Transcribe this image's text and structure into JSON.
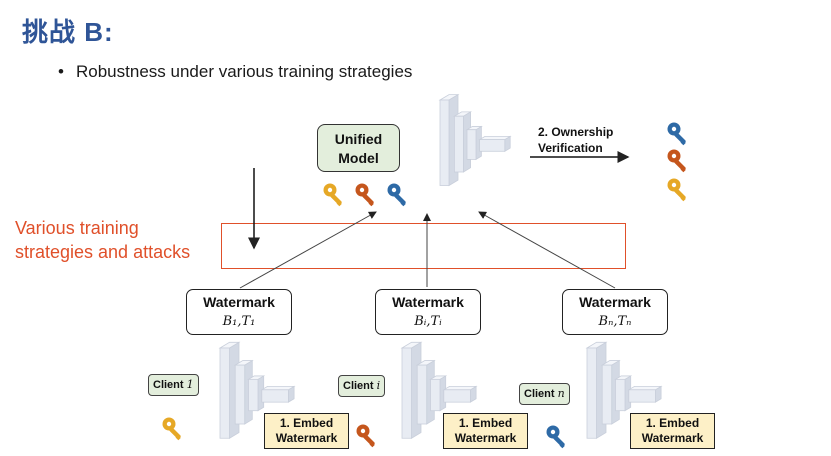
{
  "slide": {
    "title": "挑战 B:",
    "bullet": "Robustness under various training strategies"
  },
  "attack_label_lines": [
    "Various training",
    "strategies and attacks"
  ],
  "unified_model": {
    "lines": [
      "Unified",
      "Model"
    ]
  },
  "ownership": {
    "lines": [
      "2. Ownership",
      "Verification"
    ]
  },
  "watermarks": [
    {
      "title": "Watermark",
      "math": "B₁,T₁"
    },
    {
      "title": "Watermark",
      "math": "Bᵢ,Tᵢ"
    },
    {
      "title": "Watermark",
      "math": "Bₙ,Tₙ"
    }
  ],
  "clients": [
    {
      "label": "Client",
      "index": "1"
    },
    {
      "label": "Client",
      "index": "i"
    },
    {
      "label": "Client",
      "index": "n"
    }
  ],
  "embeds": [
    {
      "lines": [
        "1. Embed",
        "Watermark"
      ]
    },
    {
      "lines": [
        "1. Embed",
        "Watermark"
      ]
    },
    {
      "lines": [
        "1. Embed",
        "Watermark"
      ]
    }
  ],
  "colors": {
    "key_gold": "#e6a826",
    "key_orange": "#c5561d",
    "key_blue": "#2e6aa6",
    "accent_red": "#e0502a",
    "model_green": "#e3eedc",
    "embed_yellow": "#fdf0c7"
  },
  "icons": {
    "key": "key-icon",
    "network": "neural-network-icon"
  }
}
